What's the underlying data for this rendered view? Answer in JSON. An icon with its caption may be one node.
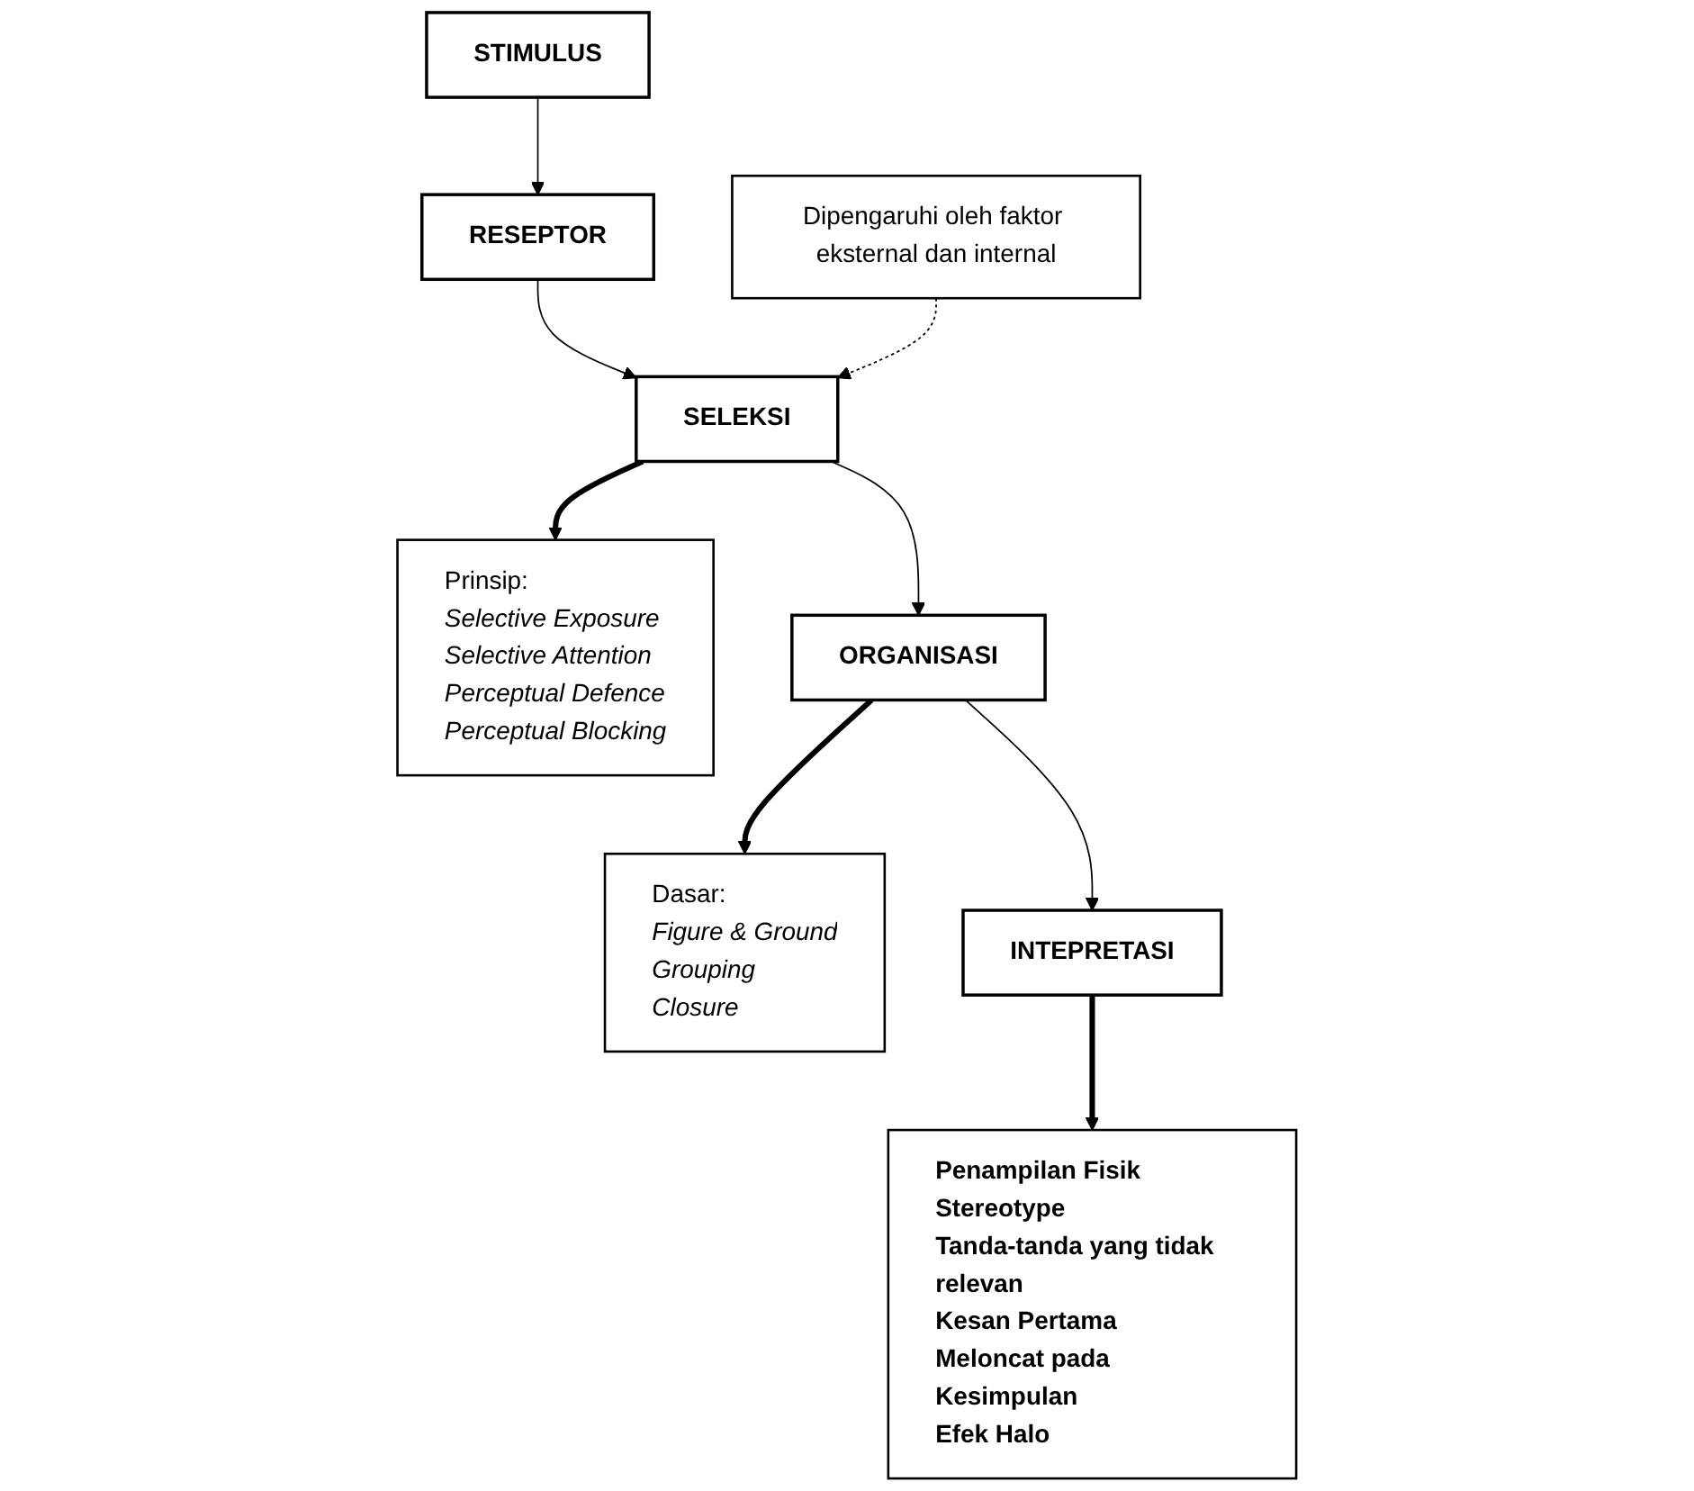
{
  "diagram": {
    "nodes": [
      {
        "text": [
          "STIMULUS"
        ]
      },
      {
        "text": [
          "RESEPTOR"
        ]
      },
      {
        "text": [
          "Dipengaruhi oleh faktor eksternal dan internal"
        ]
      },
      {
        "text": [
          "SELEKSI"
        ]
      },
      {
        "text": [
          "Prinsip:",
          "Selective Exposure",
          "Selective Attention",
          "Perceptual Defence",
          "Perceptual Blocking"
        ]
      },
      {
        "text": [
          "ORGANISASI"
        ]
      },
      {
        "text": [
          "Dasar:",
          "Figure & Ground",
          "Grouping",
          "Closure"
        ]
      },
      {
        "text": [
          "INTEPRETASI"
        ]
      },
      {
        "text": [
          "Penampilan Fisik",
          "Stereotype",
          "Tanda-tanda yang tidak relevan",
          "Kesan Pertama",
          "Meloncat pada Kesimpulan",
          "Efek Halo"
        ]
      }
    ],
    "edges": [
      {
        "from": 0,
        "to": 1,
        "arrow": "to"
      },
      {
        "from": 1,
        "to": 3,
        "arrow": "to"
      },
      {
        "from": 2,
        "to": 3,
        "arrow": "to",
        "style": "dashed"
      },
      {
        "from": 3,
        "to": 4,
        "arrow": "to",
        "style": "thick"
      },
      {
        "from": 3,
        "to": 5,
        "arrow": "to"
      },
      {
        "from": 5,
        "to": 6,
        "arrow": "to",
        "style": "thick"
      },
      {
        "from": 5,
        "to": 7,
        "arrow": "to"
      },
      {
        "from": 7,
        "to": 8,
        "arrow": "to",
        "style": "thick"
      }
    ]
  }
}
